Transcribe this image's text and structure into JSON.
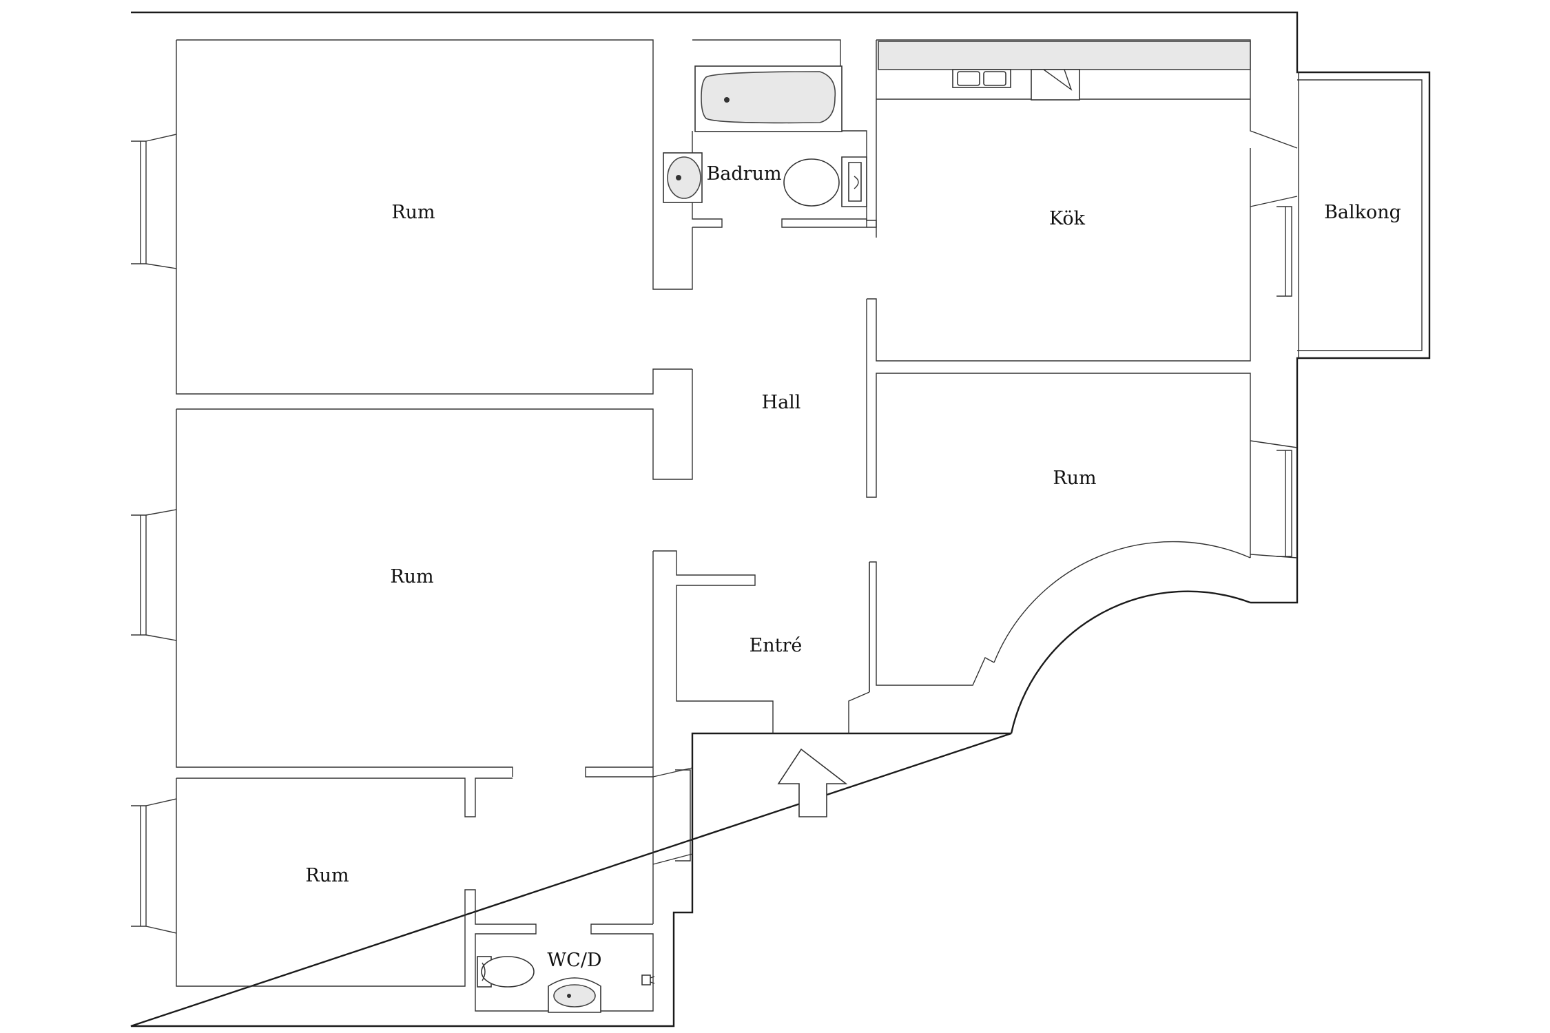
{
  "rooms": {
    "rum_1": "Rum",
    "rum_2": "Rum",
    "rum_3": "Rum",
    "rum_4": "Rum",
    "badrum": "Badrum",
    "kok": "Kök",
    "balkong": "Balkong",
    "hall": "Hall",
    "entre": "Entré",
    "wc": "WC/D"
  },
  "colors": {
    "walls": "#1a1a1a",
    "background": "#ffffff"
  },
  "icons": [
    "bathtub-icon",
    "sink-icon",
    "toilet-icon",
    "stove-icon",
    "kitchen-sink-icon",
    "entrance-arrow-icon"
  ]
}
